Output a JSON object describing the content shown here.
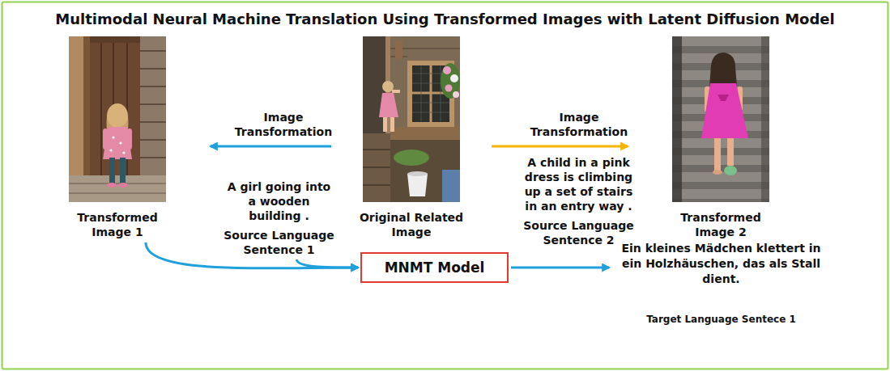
{
  "diagram": {
    "title": "Multimodal Neural Machine Translation Using Transformed Images with Latent Diffusion Model",
    "nodes": [
      {
        "text": [
          "Transformed Image 1"
        ]
      },
      {
        "text": [
          "A girl going into a wooden building .",
          "Source Language Sentence 1"
        ]
      },
      {
        "text": [
          "Original Related Image"
        ]
      },
      {
        "text": [
          "A child in a pink dress is climbing up a set of stairs in an entry way .",
          "Source Language Sentence 2"
        ]
      },
      {
        "text": [
          "Transformed Image 2"
        ]
      },
      {
        "text": [
          "MNMT Model"
        ]
      },
      {
        "text": [
          "Ein kleines Mädchen klettert in ein Holzhäuschen, das als Stall dient.",
          "Target Language Sentece 1"
        ]
      }
    ],
    "edges": [
      {
        "from": 2,
        "to": 0,
        "label": "Image Transformation",
        "arrow": "to"
      },
      {
        "from": 2,
        "to": 4,
        "label": "Image Transformation",
        "arrow": "to"
      },
      {
        "from": 0,
        "to": 5,
        "arrow": "to"
      },
      {
        "from": 1,
        "to": 5,
        "arrow": "to"
      },
      {
        "from": 5,
        "to": 6,
        "arrow": "to"
      }
    ]
  }
}
